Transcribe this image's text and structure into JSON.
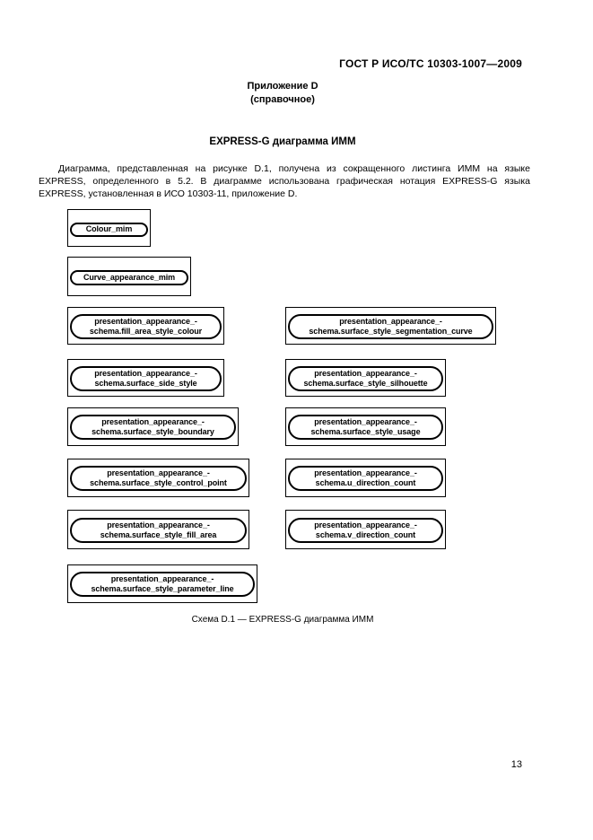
{
  "doc": {
    "header": "ГОСТ Р ИСО/ТС 10303-1007—2009",
    "annex_title": "Приложение D",
    "annex_subtitle": "(справочное)",
    "section_title": "EXPRESS-G диаграмма ИММ",
    "paragraph": "Диаграмма, представленная на рисунке D.1, получена из сокращенного листинга ИММ на языке EXPRESS, определенного в 5.2. В диаграмме использована графическая нотация EXPRESS-G языка EXPRESS, установленная в ИСО 10303-11, приложение D.",
    "caption": "Схема D.1 — EXPRESS-G диаграмма ИММ",
    "page_number": "13"
  },
  "colors": {
    "ink": "#000000",
    "paper": "#ffffff"
  },
  "diagram": {
    "notation": "EXPRESS-G schema references (stadium shape inside page rectangle)",
    "boxes": [
      {
        "name": "colour_mim",
        "lines": [
          "Colour_mim"
        ]
      },
      {
        "name": "curve_appearance_mim",
        "lines": [
          "Curve_appearance_mim"
        ]
      },
      {
        "name": "fill_area_style_colour",
        "lines": [
          "presentation_appearance_-",
          "schema.fill_area_style_colour"
        ]
      },
      {
        "name": "surface_side_style",
        "lines": [
          "presentation_appearance_-",
          "schema.surface_side_style"
        ]
      },
      {
        "name": "surface_style_boundary",
        "lines": [
          "presentation_appearance_-",
          "schema.surface_style_boundary"
        ]
      },
      {
        "name": "surface_style_control_point",
        "lines": [
          "presentation_appearance_-",
          "schema.surface_style_control_point"
        ]
      },
      {
        "name": "surface_style_fill_area",
        "lines": [
          "presentation_appearance_-",
          "schema.surface_style_fill_area"
        ]
      },
      {
        "name": "surface_style_parameter_line",
        "lines": [
          "presentation_appearance_-",
          "schema.surface_style_parameter_line"
        ]
      },
      {
        "name": "surface_style_segmentation_curve",
        "lines": [
          "presentation_appearance_-",
          "schema.surface_style_segmentation_curve"
        ]
      },
      {
        "name": "surface_style_silhouette",
        "lines": [
          "presentation_appearance_-",
          "schema.surface_style_silhouette"
        ]
      },
      {
        "name": "surface_style_usage",
        "lines": [
          "presentation_appearance_-",
          "schema.surface_style_usage"
        ]
      },
      {
        "name": "u_direction_count",
        "lines": [
          "presentation_appearance_-",
          "schema.u_direction_count"
        ]
      },
      {
        "name": "v_direction_count",
        "lines": [
          "presentation_appearance_-",
          "schema.v_direction_count"
        ]
      }
    ]
  }
}
